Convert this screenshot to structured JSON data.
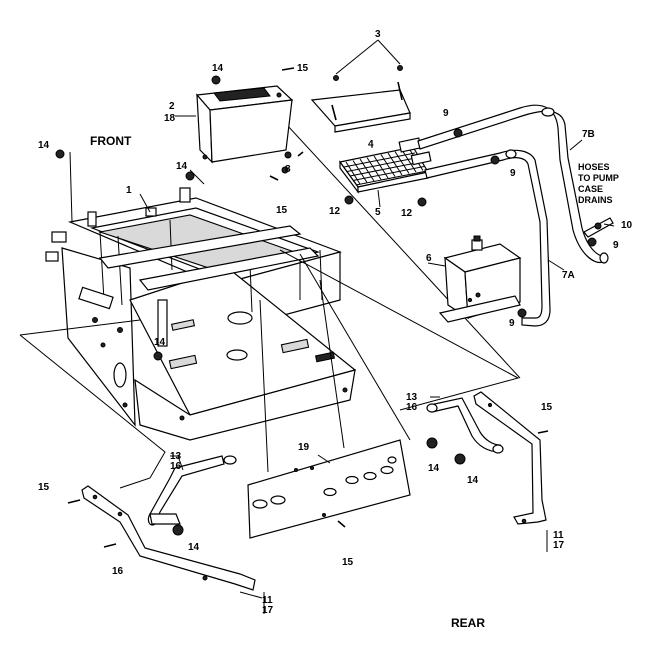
{
  "captions": {
    "front": "FRONT",
    "rear": "REAR",
    "hoses_line1": "HOSES",
    "hoses_line2": "TO PUMP",
    "hoses_line3": "CASE",
    "hoses_line4": "DRAINS"
  },
  "callouts": {
    "c1": "1",
    "c2": "2",
    "c3": "3",
    "c4": "4",
    "c5": "5",
    "c6": "6",
    "c7a": "7A",
    "c7b": "7B",
    "c8": "8",
    "c9a": "9",
    "c9b": "9",
    "c9c": "9",
    "c9d": "9",
    "c10": "10",
    "c11a": "11",
    "c11b": "11",
    "c12a": "12",
    "c12b": "12",
    "c13a": "13",
    "c13b": "13",
    "c14a": "14",
    "c14b": "14",
    "c14c": "14",
    "c14d": "14",
    "c14e": "14",
    "c14f": "14",
    "c14g": "14",
    "c15a": "15",
    "c15b": "15",
    "c15c": "15",
    "c15d": "15",
    "c15e": "15",
    "c16a": "16",
    "c16b": "16",
    "c16c": "16",
    "c17a": "17",
    "c17b": "17",
    "c18": "18",
    "c19": "19"
  }
}
